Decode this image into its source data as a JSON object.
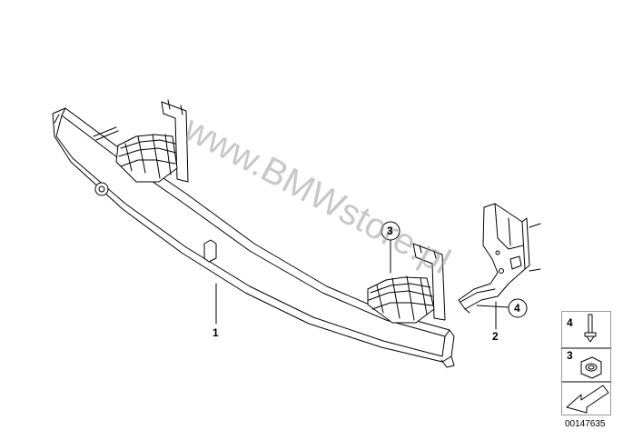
{
  "callouts": {
    "c1": "1",
    "c2": "2",
    "c3": "3",
    "c4": "4"
  },
  "legend": {
    "item_a": "4",
    "item_b": "3"
  },
  "watermark": "www.BMWstore.pl",
  "diagram_code": "00147635"
}
